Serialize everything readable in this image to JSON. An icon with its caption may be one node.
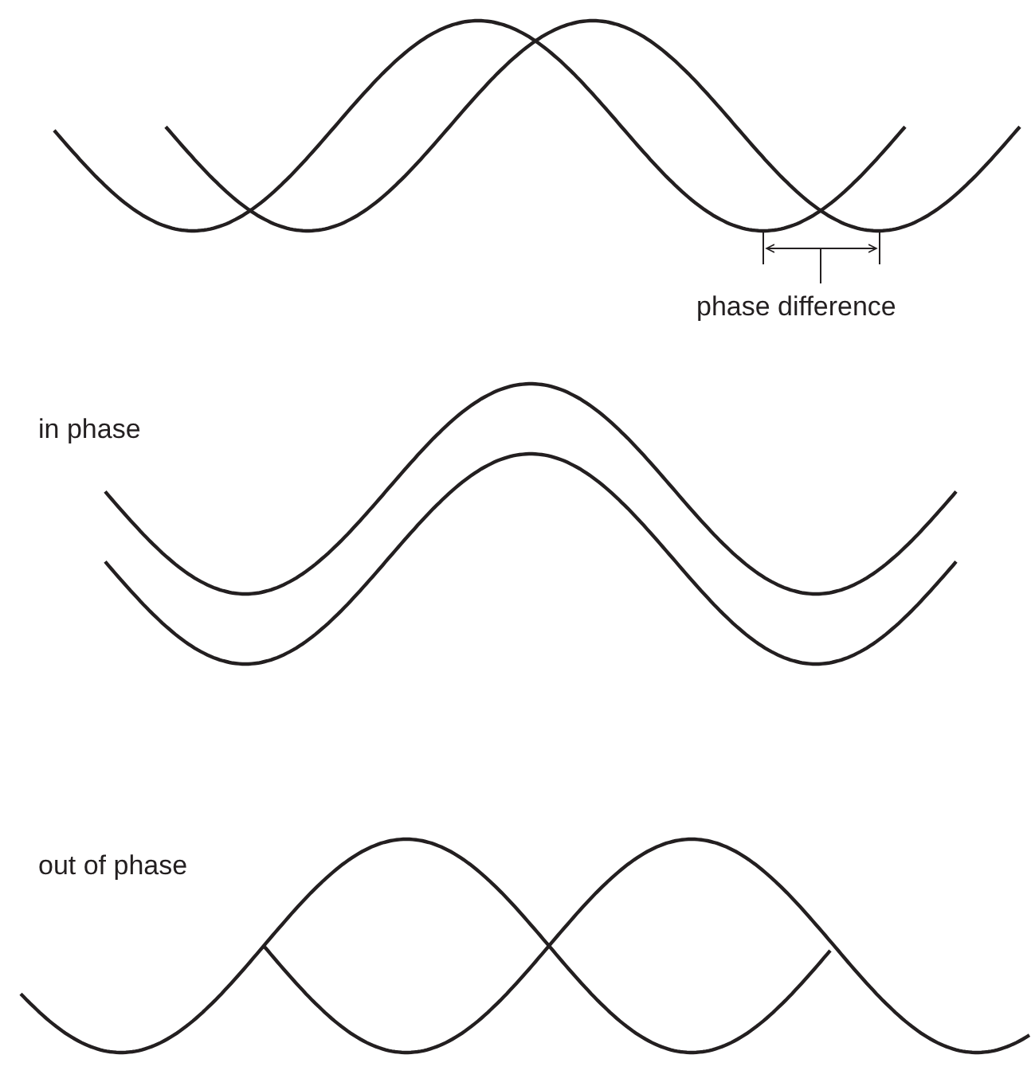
{
  "diagram": {
    "labels": [
      "phase difference",
      "in phase",
      "out of phase"
    ]
  }
}
